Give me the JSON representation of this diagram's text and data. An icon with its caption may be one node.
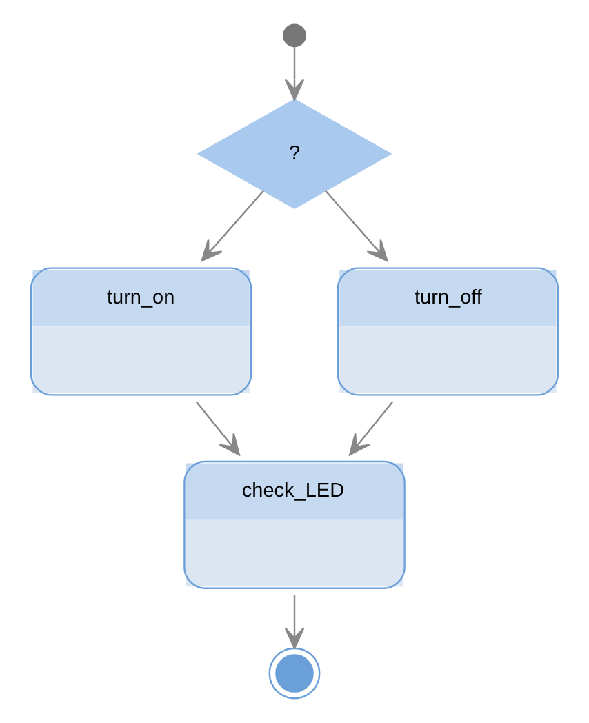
{
  "diagram": {
    "nodes": [
      {
        "text": [],
        "shape": "circle"
      },
      {
        "text": [
          "?"
        ]
      },
      {
        "text": [
          "turn_on"
        ]
      },
      {
        "text": [
          "turn_off"
        ]
      },
      {
        "text": [
          "check_LED"
        ]
      },
      {
        "text": [],
        "shape": "circle"
      }
    ],
    "edges": [
      {
        "from": 0,
        "to": 1,
        "arrow": "to"
      },
      {
        "from": 1,
        "to": 2,
        "arrow": "to"
      },
      {
        "from": 1,
        "to": 3,
        "arrow": "to"
      },
      {
        "from": 2,
        "to": 4,
        "arrow": "to"
      },
      {
        "from": 3,
        "to": 4,
        "arrow": "to"
      },
      {
        "from": 4,
        "to": 5,
        "arrow": "to"
      }
    ]
  }
}
